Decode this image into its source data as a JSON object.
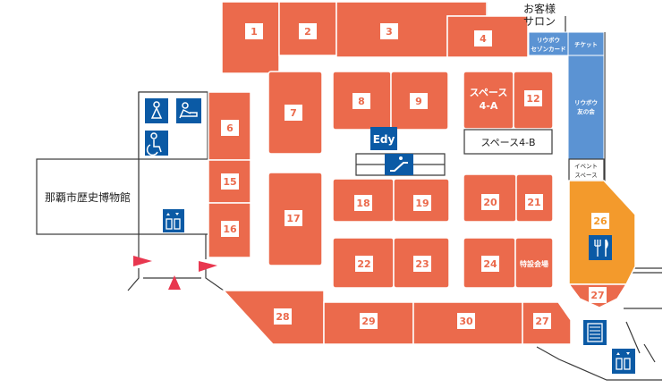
{
  "colors": {
    "store": "#eb6a4c",
    "event_area": "#f39a2c",
    "service": "#5b93d3",
    "icon": "#0b5aa5",
    "entrance_arrow": "#e8374f"
  },
  "stores": {
    "s1": "1",
    "s2": "2",
    "s3": "3",
    "s4": "4",
    "s6": "6",
    "s7": "7",
    "s8": "8",
    "s9": "9",
    "s12": "12",
    "s15": "15",
    "s16": "16",
    "s17": "17",
    "s18": "18",
    "s19": "19",
    "s20": "20",
    "s21": "21",
    "s22": "22",
    "s23": "23",
    "s24": "24",
    "s26": "26",
    "s27a": "27",
    "s27b": "27",
    "s28": "28",
    "s29": "29",
    "s30": "30"
  },
  "labels": {
    "salon_line1": "お客様",
    "salon_line2": "サロン",
    "saison_line1": "リウボウ",
    "saison_line2": "セゾンカード",
    "ticket": "チケット",
    "tomonokai_line1": "リウボウ",
    "tomonokai_line2": "友の会",
    "event_line1": "イベント",
    "event_line2": "スペース",
    "space4a_line1": "スペース",
    "space4a_line2": "4-A",
    "space4b": "スペース4-B",
    "edy": "Edy",
    "museum": "那覇市歴史博物館",
    "special_venue": "特設会場"
  },
  "icons": {
    "womens_restroom": "womens-restroom-icon",
    "baby_care": "baby-changing-icon",
    "multipurpose_restroom": "multipurpose-restroom-icon",
    "elevator": "elevator-icon",
    "escalator": "escalator-icon",
    "restaurant": "restaurant-icon",
    "locker": "locker-icon"
  }
}
